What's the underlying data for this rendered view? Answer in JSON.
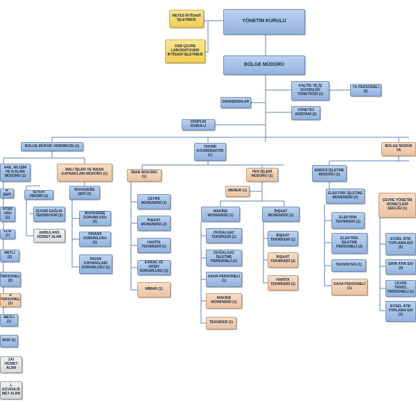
{
  "colors": {
    "blue": "#a7c2e8",
    "peach": "#f0cdb0",
    "yellow": "#f5d86a",
    "grey": "#e6e6e6",
    "line": "#5b7fb5"
  },
  "nodes": {
    "metes": "METES İKTİSADİ İŞLETMESİ",
    "osb": "OSB ÇEVRE LABORATUVARI İKTİSADİ İŞLETMESİ",
    "yonetim": "YÖNETİM KURULU",
    "bolge_muduru": "BÖLGE MÜDÜRÜ",
    "kalite": "KALİTE VE İŞ GÜVENLİĞİ YÖNETİCİSİ (1)",
    "ys_personeli": "YS PERSONELİ (2)",
    "danismanlar": "DANIŞMANLAR",
    "yonetici_asistani": "YÖNETİCİ ASİSTANI (2)",
    "disiplin": "DİSİPLİN KURULU",
    "bmy_left": "BÖLGE MÜDÜR YARDIMCISI (1)",
    "teknik_koord": "TEKNİK KOORDİNATÖR (1)",
    "bmy_right": "BÖLGE MÜDÜR YA",
    "idare": "ARE, BİLİŞİM VE N ALMA MÜDÜRÜ (1)",
    "mali": "MALİ İŞLER VE İNSAN KAYNAKLARI MÜDÜRÜ (1)",
    "l_sefi": "R ŞEFİ",
    "l_ntar": "NTAR URU (1)",
    "l_for": "FÖR (7)",
    "l_metli2": "METLİ (2)",
    "l_personeli6": "PERSONELİ (6)",
    "l_personeli3": "A PERSONELİ (3)",
    "l_metli1": "METLİ (1)",
    "l_memur": "MUR (1)",
    "l_zai": "ZAİ HİZMET ALIMI",
    "l_guvenlik": "L GÜVENLİK MET ALIMI",
    "isyeri_hekimi": "İŞYERİ HEKİMİ (1)",
    "saglik": "İŞYERİ SAĞLIK TEKNİSYENİ (1)",
    "ambulans": "AMBULANS HİZMET ALIMI",
    "muhasebe_sefi": "MUHASEBE ŞEFİ (1)",
    "muhasebe_sor": "MUHASEBE SORUMLUSU (2)",
    "finans": "FİNANS SORUMLUSU (1)",
    "insan_k": "İNSAN KAYNAKLARI SORUMLUSU (1)",
    "imar": "İMAR MÜDÜRÜ (1)",
    "cevre_muh": "ÇEVRE MÜHENDİSİ (1)",
    "insaat_muh_imar": "İNŞAAT MÜHENDİSİ (2)",
    "harita_tek_imar": "HARİTA TEKNİKERİ (1)",
    "evrak": "EVRAK VE ARŞİV SORUMLUSU (1)",
    "mimar": "MİMAR (1)",
    "fen": "FEN İŞLERİ MÜDÜRÜ (1)",
    "memur": "MEMUR (1)",
    "makine_muh": "MAKİNE MÜHENDİSİ (1)",
    "dogalgaz_tek": "DOĞALGAZ TEKNİKERİ (1)",
    "dogalgaz_per": "DOĞALGAZ İŞLETME PERSONELİ (1)",
    "saha_per_fen": "SAHA PERSONELİ (1)",
    "makine_muh2": "MAKİNE MÜHENDİSİ (1)",
    "tekniker": "TEKNİKER (1)",
    "insaat_muh_fen": "İNŞAAT MÜHENDİSİ (2)",
    "insaat_tek1": "İNŞAAT TEKNİKERİ (1)",
    "insaat_tek2": "İNŞAAT TEKNİKERİ (2)",
    "harita_tek_fen": "HARİTA TEKNİKERİ (1)",
    "enerji": "ENERJİ İŞLETME MÜDÜRÜ (1)",
    "elektrik_muh": "ELEKTRİK İŞLETME MÜHENDİSİ (2)",
    "elektrik_tek": "ELEKTRİK TEKNİKERİ (1)",
    "elektrik_per": "ELEKTRİK İŞLETME PERSONELİ (2)",
    "teknisyen": "TEKNİSYEN (1)",
    "saha_per_en": "SAHA PERSONELİ (1)",
    "cevre_yon": "ÇEVRE YÖNETİM HİZMETLERİ ŞEFLİĞİ (1)",
    "evsel": "EVSEL ATIK TOPLAMA EKİ (5)",
    "sifir": "SIFIR ATIK EKİ (4)",
    "cevre_tem": "ÇEVRE TEMİZL PERSONELİ (1)",
    "evsel2": "EVSEL ATIK TOPLAMA EKİ (1)"
  }
}
